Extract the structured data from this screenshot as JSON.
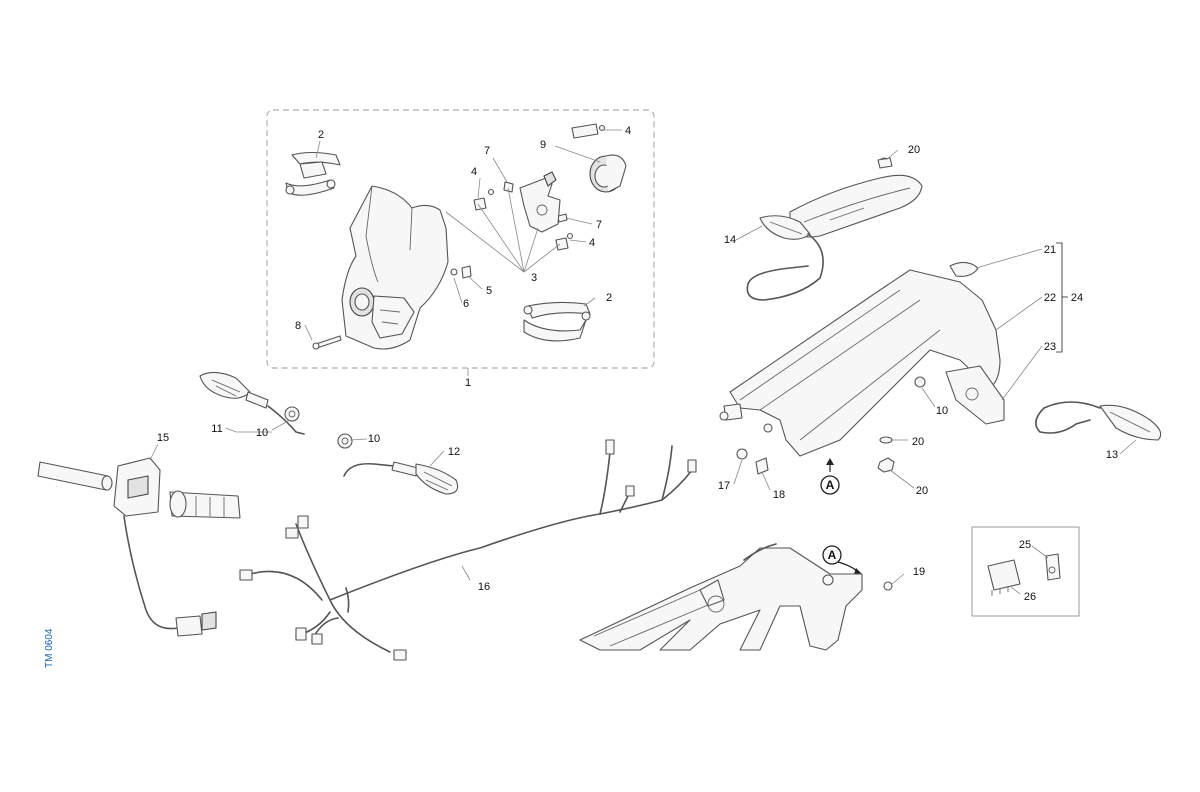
{
  "callouts": {
    "c1": "1",
    "c2a": "2",
    "c2b": "2",
    "c3": "3",
    "c4a": "4",
    "c4b": "4",
    "c4c": "4",
    "c5": "5",
    "c6": "6",
    "c7a": "7",
    "c7b": "7",
    "c8": "8",
    "c9": "9",
    "c10a": "10",
    "c10b": "10",
    "c10c": "10",
    "c11": "11",
    "c12": "12",
    "c13": "13",
    "c14": "14",
    "c15": "15",
    "c16": "16",
    "c17": "17",
    "c18": "18",
    "c19": "19",
    "c20a": "20",
    "c20b": "20",
    "c20c": "20",
    "c21": "21",
    "c22": "22",
    "c23": "23",
    "c24": "24",
    "c25": "25",
    "c26": "26"
  },
  "refs": {
    "a_upper": "A",
    "a_lower": "A"
  },
  "drawing_code": "TM 0604",
  "colors": {
    "code": "#1a5fb4",
    "line": "#555555",
    "leader": "#888888"
  }
}
